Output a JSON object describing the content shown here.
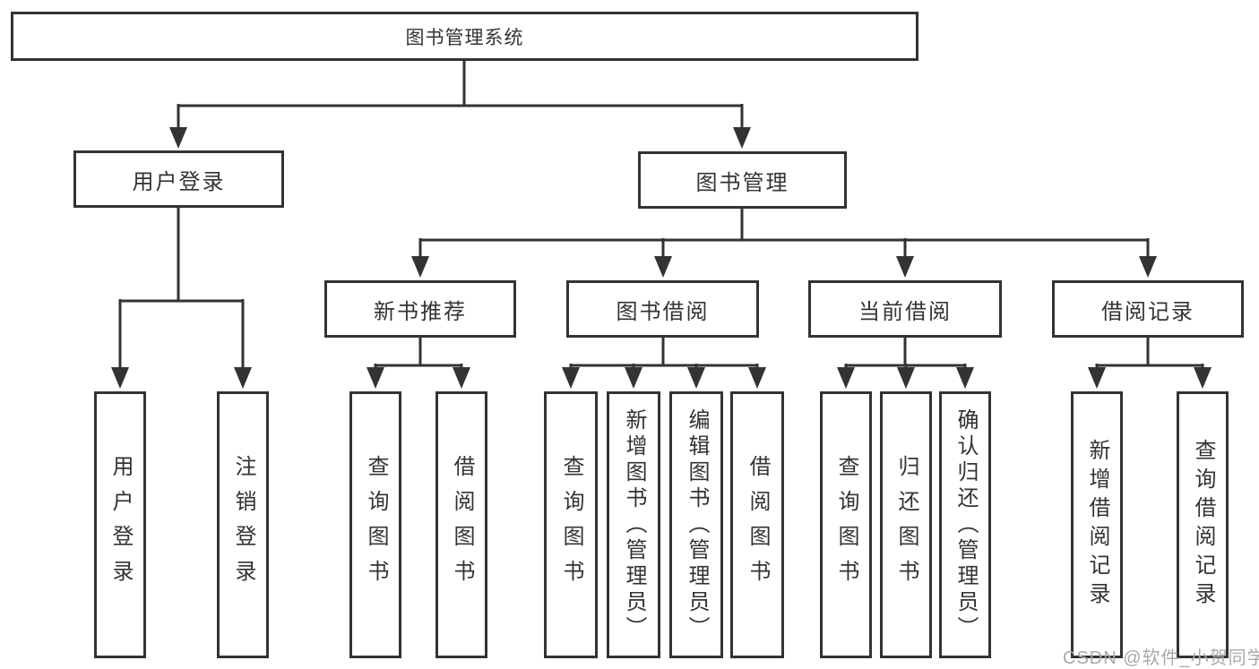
{
  "diagram": {
    "root_label": "图书管理系统",
    "user_login": {
      "label": "用户登录",
      "children": {
        "login": "用户登录",
        "logout": "注销登录"
      }
    },
    "book_management": {
      "label": "图书管理"
    },
    "new_book_recommend": {
      "label": "新书推荐",
      "children": {
        "query": "查询图书",
        "borrow": "借阅图书"
      }
    },
    "book_borrowing": {
      "label": "图书借阅",
      "children": {
        "query": "查询图书",
        "add": "新增图书（管理员）",
        "edit": "编辑图书（管理员）",
        "borrow": "借阅图书"
      }
    },
    "current_borrowing": {
      "label": "当前借阅",
      "children": {
        "query": "查询图书",
        "return": "归还图书",
        "confirm_return": "确认归还（管理员）"
      }
    },
    "borrowing_records": {
      "label": "借阅记录",
      "children": {
        "add_record": "新增借阅记录",
        "query_record": "查询借阅记录"
      }
    }
  },
  "watermark": {
    "text": "CSDN @软件_小贺同学"
  },
  "colors": {
    "line": "#333333",
    "text": "#333333",
    "box_background": "#ffffff",
    "watermark": "#a9a9a9"
  }
}
